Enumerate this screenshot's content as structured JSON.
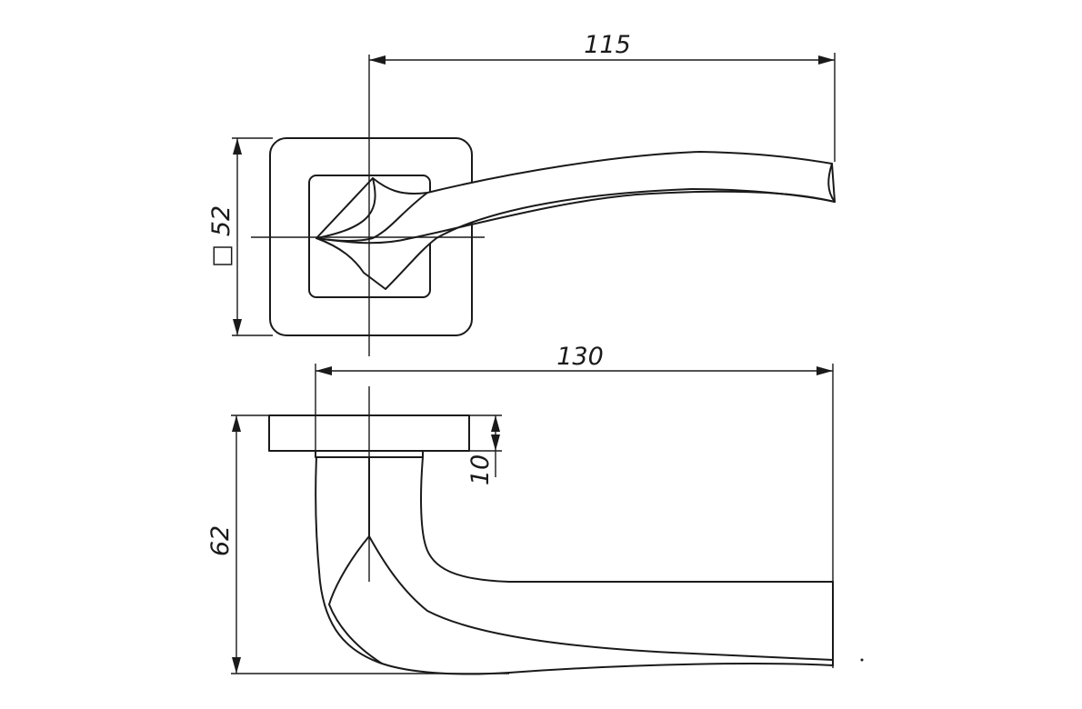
{
  "drawing": {
    "dimensions": {
      "top_width": "115",
      "rosette_size": "□ 52",
      "side_length": "130",
      "side_height": "62",
      "rosette_thickness": "10"
    }
  }
}
